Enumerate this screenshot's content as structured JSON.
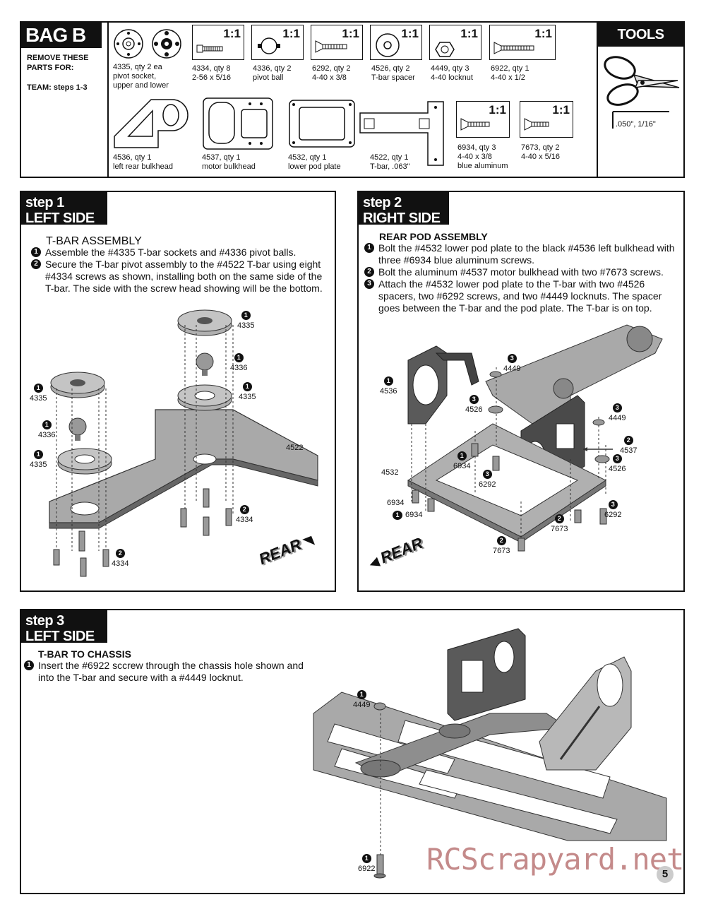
{
  "bag": {
    "title": "BAG B",
    "remove_label_1": "REMOVE THESE",
    "remove_label_2": "PARTS FOR:",
    "team_steps": "TEAM: steps 1-3",
    "scale_label": "1:1",
    "parts": [
      {
        "l1": "4335, qty 2 ea",
        "l2": "pivot socket,",
        "l3": "upper and lower"
      },
      {
        "l1": "4334, qty 8",
        "l2": "2-56 x 5/16"
      },
      {
        "l1": "4336, qty 2",
        "l2": "pivot ball"
      },
      {
        "l1": "6292, qty 2",
        "l2": "4-40 x 3/8"
      },
      {
        "l1": "4526, qty 2",
        "l2": "T-bar spacer"
      },
      {
        "l1": "4449, qty 3",
        "l2": "4-40 locknut"
      },
      {
        "l1": "6922, qty 1",
        "l2": "4-40 x 1/2"
      },
      {
        "l1": "4536, qty 1",
        "l2": "left rear bulkhead"
      },
      {
        "l1": "4537, qty 1",
        "l2": "motor bulkhead"
      },
      {
        "l1": "4532, qty 1",
        "l2": "lower pod plate"
      },
      {
        "l1": "4522, qty 1",
        "l2": "T-bar, .063\""
      },
      {
        "l1": "6934, qty 3",
        "l2": "4-40 x 3/8",
        "l3": "blue aluminum"
      },
      {
        "l1": "7673, qty 2",
        "l2": "4-40 x 5/16"
      }
    ]
  },
  "tools": {
    "title": "TOOLS USED",
    "hex_label": ".050\", 1/16\"",
    "icons": [
      "scissors-icon",
      "hex-wrench-icon"
    ]
  },
  "step1": {
    "num": "step 1",
    "side": "LEFT SIDE",
    "title": "T-BAR ASSEMBLY",
    "instructions": [
      {
        "n": "1",
        "text": "Assemble the #4335 T-bar sockets and #4336 pivot balls."
      },
      {
        "n": "2",
        "text": "Secure the T-bar pivot assembly to the #4522 T-bar using eight #4334 screws as shown, installing both on the same side of the T-bar. The side with the screw head showing will be the bottom."
      }
    ],
    "callouts": [
      {
        "n": "1",
        "p": "4335"
      },
      {
        "n": "1",
        "p": "4336"
      },
      {
        "n": "1",
        "p": "4335"
      },
      {
        "n": "1",
        "p": "4335"
      },
      {
        "n": "1",
        "p": "4336"
      },
      {
        "n": "1",
        "p": "4335"
      },
      {
        "n": "2",
        "p": "4334"
      },
      {
        "n": "2",
        "p": "4334"
      }
    ],
    "tbar_label": "4522",
    "rear_label": "REAR"
  },
  "step2": {
    "num": "step 2",
    "side": "RIGHT SIDE",
    "title": "REAR POD ASSEMBLY",
    "instructions": [
      {
        "n": "1",
        "text": "Bolt the #4532 lower pod plate to the black #4536 left bulkhead with three #6934 blue aluminum screws."
      },
      {
        "n": "2",
        "text": "Bolt the aluminum #4537 motor bulkhead with two #7673 screws."
      },
      {
        "n": "3",
        "text": "Attach the #4532 lower pod plate to the T-bar with two #4526 spacers, two #6292 screws, and two #4449 locknuts. The spacer goes between the T-bar and the pod plate. The T-bar is on top."
      }
    ],
    "callouts": [
      {
        "n": "1",
        "p": "4536"
      },
      {
        "n": "3",
        "p": "4449"
      },
      {
        "n": "3",
        "p": "4526"
      },
      {
        "n": "3",
        "p": "4449"
      },
      {
        "n": "2",
        "p": "4537"
      },
      {
        "n": "3",
        "p": "4526"
      },
      {
        "n": "1",
        "p": "6934"
      },
      {
        "n": "3",
        "p": "6292"
      },
      {
        "n": "3",
        "p": "6292"
      },
      {
        "n": "2",
        "p": "7673"
      },
      {
        "n": "2",
        "p": "7673"
      }
    ],
    "plain_labels": [
      "4532",
      "6934"
    ],
    "inline_callout": {
      "n": "1",
      "p": "6934"
    },
    "rear_label": "REAR"
  },
  "step3": {
    "num": "step 3",
    "side": "LEFT SIDE",
    "title": "T-BAR TO CHASSIS",
    "instructions": [
      {
        "n": "1",
        "text": "Insert the #6922 sccrew through the chassis hole shown and into the T-bar and secure with a #4449 locknut."
      }
    ],
    "callouts": [
      {
        "n": "1",
        "p": "4449"
      },
      {
        "n": "1",
        "p": "6922"
      }
    ]
  },
  "footer": {
    "watermark": "RCScrapyard.net",
    "page_number": "5"
  },
  "colors": {
    "ink": "#111111",
    "part_gray": "#a9a9a9",
    "part_dark": "#555555",
    "watermark": "#c48a8a"
  }
}
